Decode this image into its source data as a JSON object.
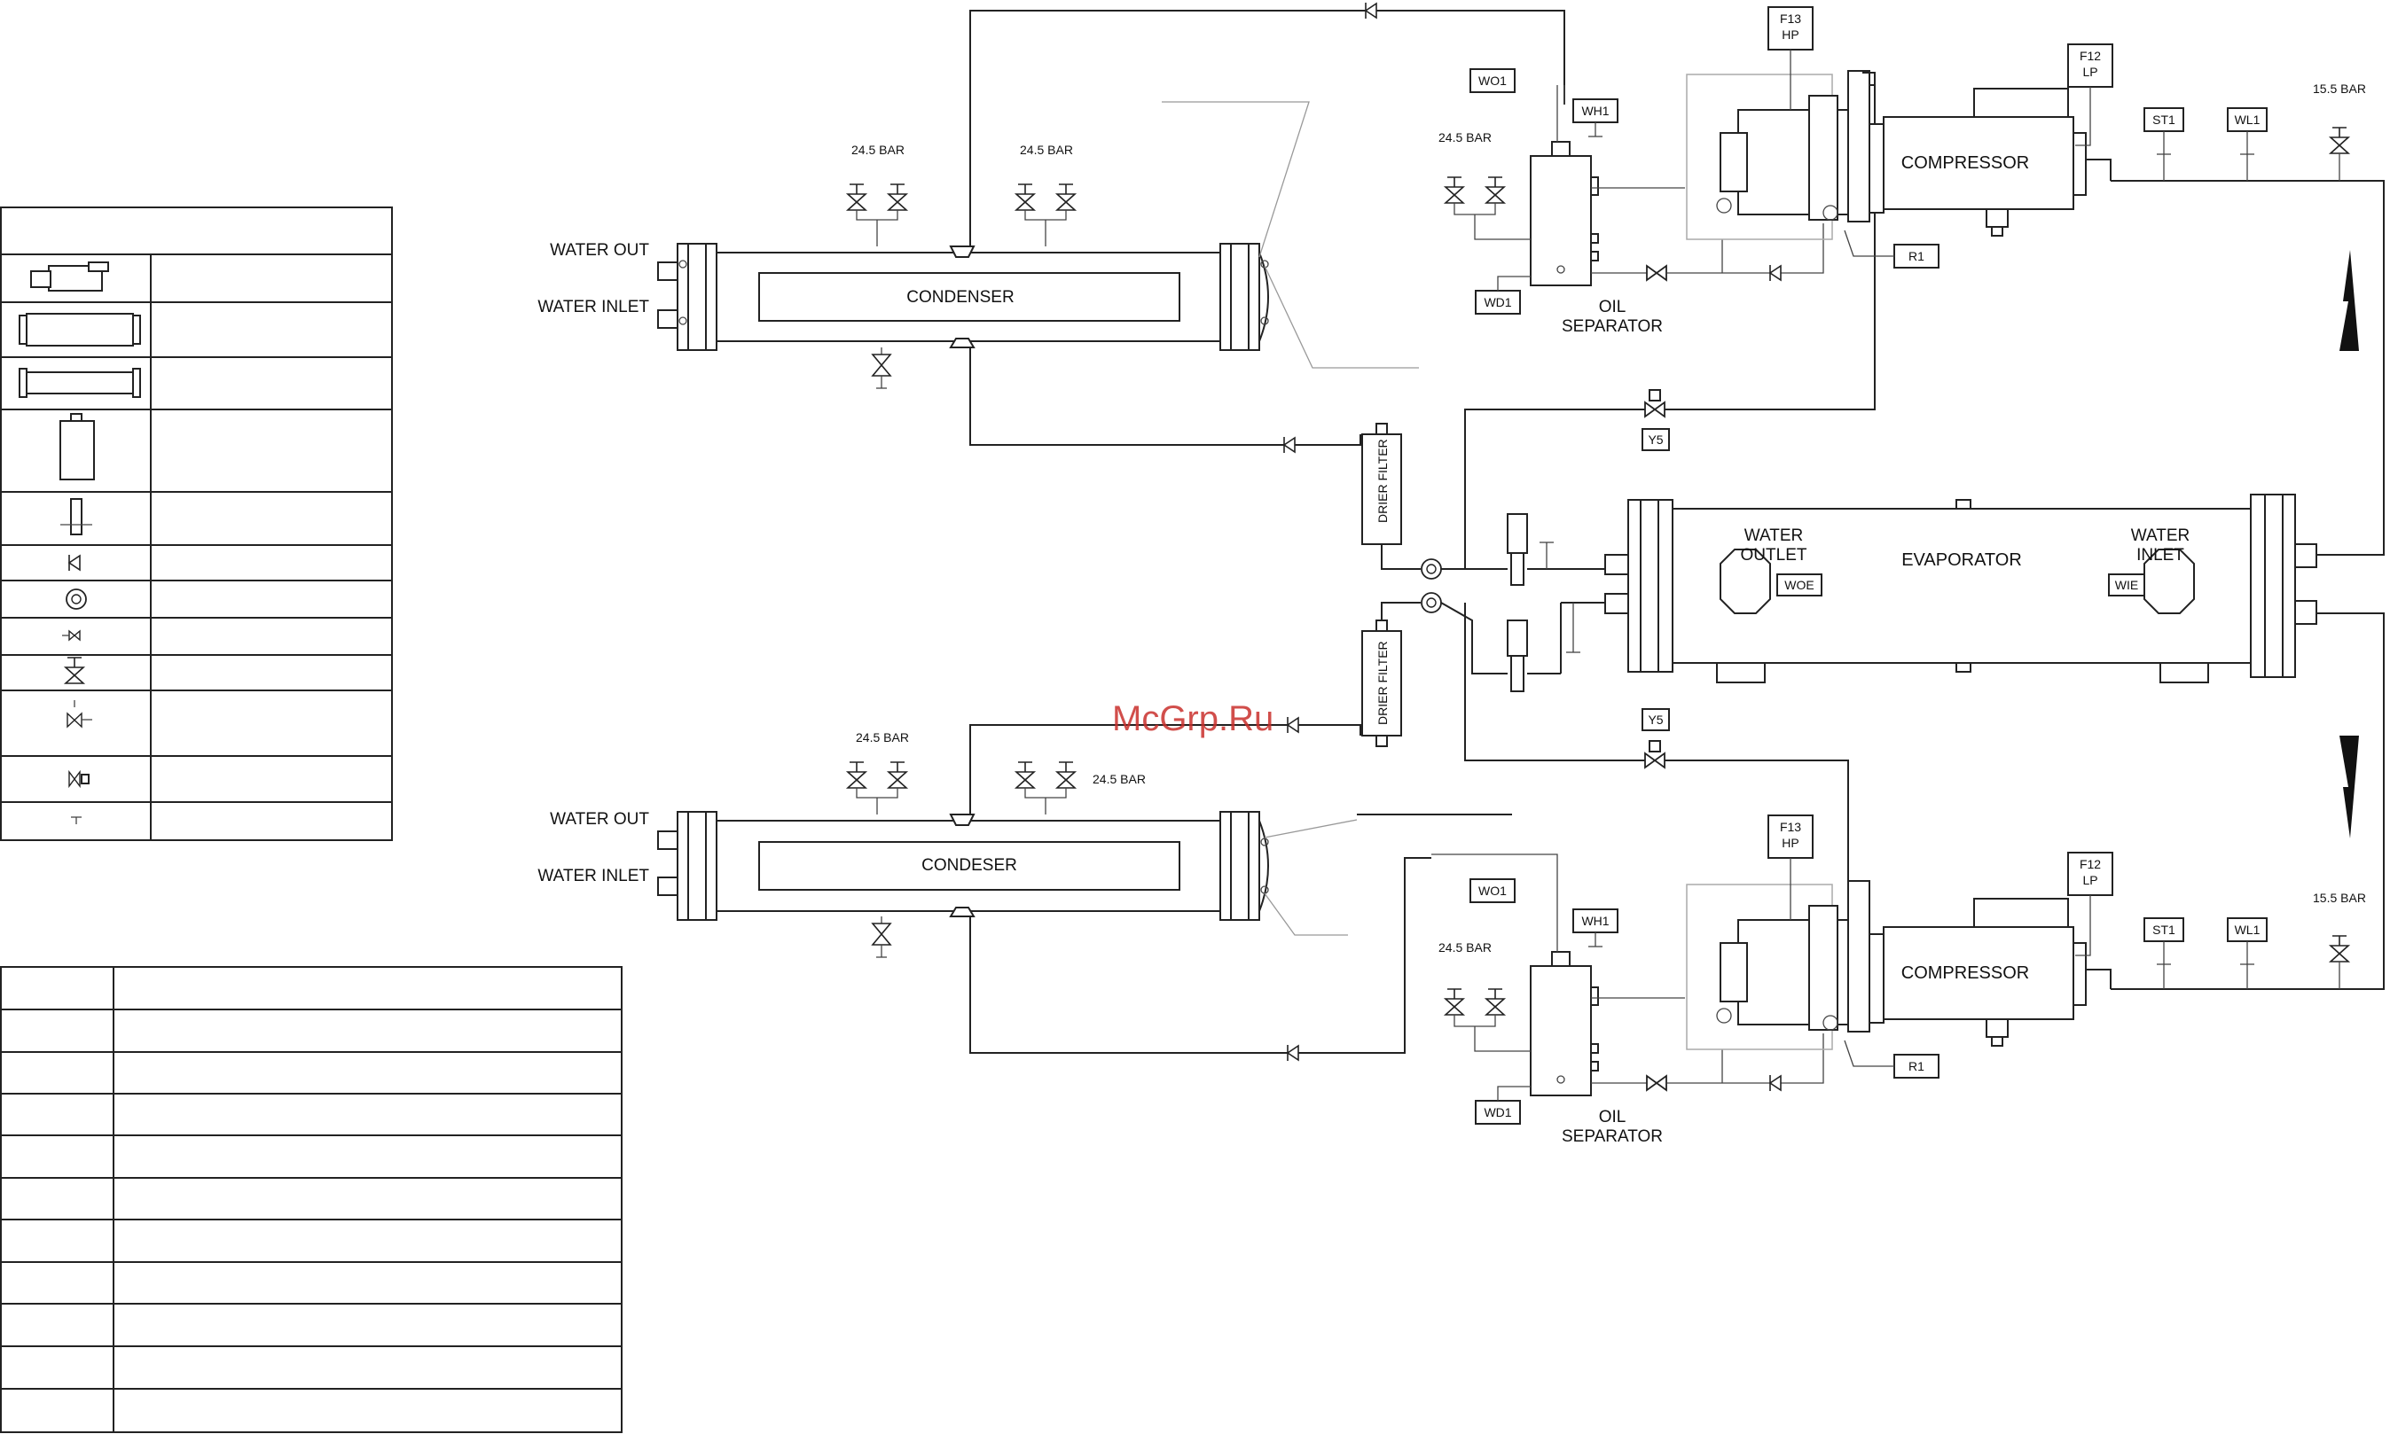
{
  "condenser_top": {
    "name": "CONDENSER",
    "water_out": "WATER OUT",
    "water_inlet": "WATER INLET",
    "relief_left": "24.5 BAR",
    "relief_right": "24.5 BAR"
  },
  "condenser_bottom": {
    "name": "CONDESER",
    "water_out": "WATER OUT",
    "water_inlet": "WATER INLET",
    "relief_left": "24.5 BAR",
    "relief_right": "24.5 BAR"
  },
  "circuit_top": {
    "oil_separator": [
      "OIL",
      "SEPARATOR"
    ],
    "relief": "24.5 BAR",
    "compressor": "COMPRESSOR",
    "suction_relief": "15.5 BAR",
    "tags": {
      "wo1": "WO1",
      "wh1": "WH1",
      "wd1": "WD1",
      "r1": "R1",
      "f13": [
        "F13",
        "HP"
      ],
      "f12": [
        "F12",
        "LP"
      ],
      "st1": "ST1",
      "wl1": "WL1",
      "y5": "Y5"
    }
  },
  "circuit_bottom": {
    "oil_separator": [
      "OIL",
      "SEPARATOR"
    ],
    "relief": "24.5 BAR",
    "compressor": "COMPRESSOR",
    "suction_relief": "15.5 BAR",
    "tags": {
      "wo1": "WO1",
      "wh1": "WH1",
      "wd1": "WD1",
      "r1": "R1",
      "f13": [
        "F13",
        "HP"
      ],
      "f12": [
        "F12",
        "LP"
      ],
      "st1": "ST1",
      "wl1": "WL1",
      "y5": "Y5"
    }
  },
  "drier_filter": "DRIER FILTER",
  "evaporator": {
    "name": "EVAPORATOR",
    "water_outlet": [
      "WATER",
      "OUTLET"
    ],
    "water_inlet": [
      "WATER",
      "INLET"
    ],
    "woe": "WOE",
    "wie": "WIE"
  },
  "watermark": "McGrp.Ru"
}
